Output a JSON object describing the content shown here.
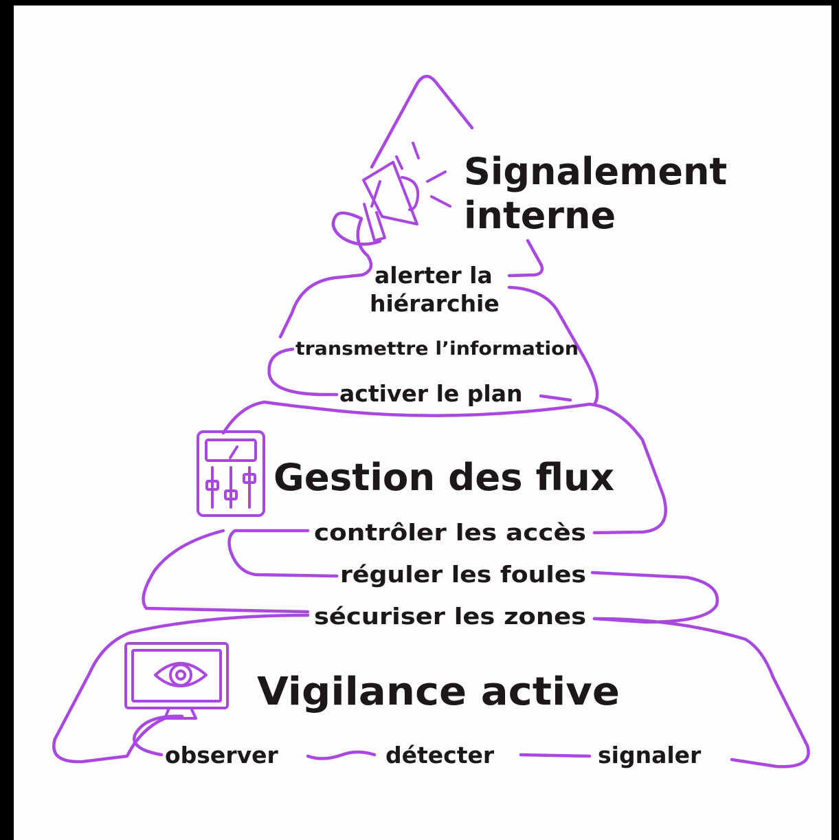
{
  "colors": {
    "line": "#a848e0",
    "text": "#1c1817",
    "background": "#fdfdfd",
    "frame": "#000000"
  },
  "levels": {
    "top": {
      "icon": "megaphone-icon",
      "title_line1": "Signalement",
      "title_line2": "interne",
      "items": [
        "alerter la",
        "hiérarchie",
        "transmettre l’information",
        "activer le plan"
      ]
    },
    "middle": {
      "icon": "control-panel-sliders-icon",
      "title": "Gestion des flux",
      "items": [
        "contrôler les accès",
        "réguler les foules",
        "sécuriser les zones"
      ]
    },
    "bottom": {
      "icon": "monitor-eye-icon",
      "title": "Vigilance active",
      "items": [
        "observer",
        "détecter",
        "signaler"
      ]
    }
  }
}
